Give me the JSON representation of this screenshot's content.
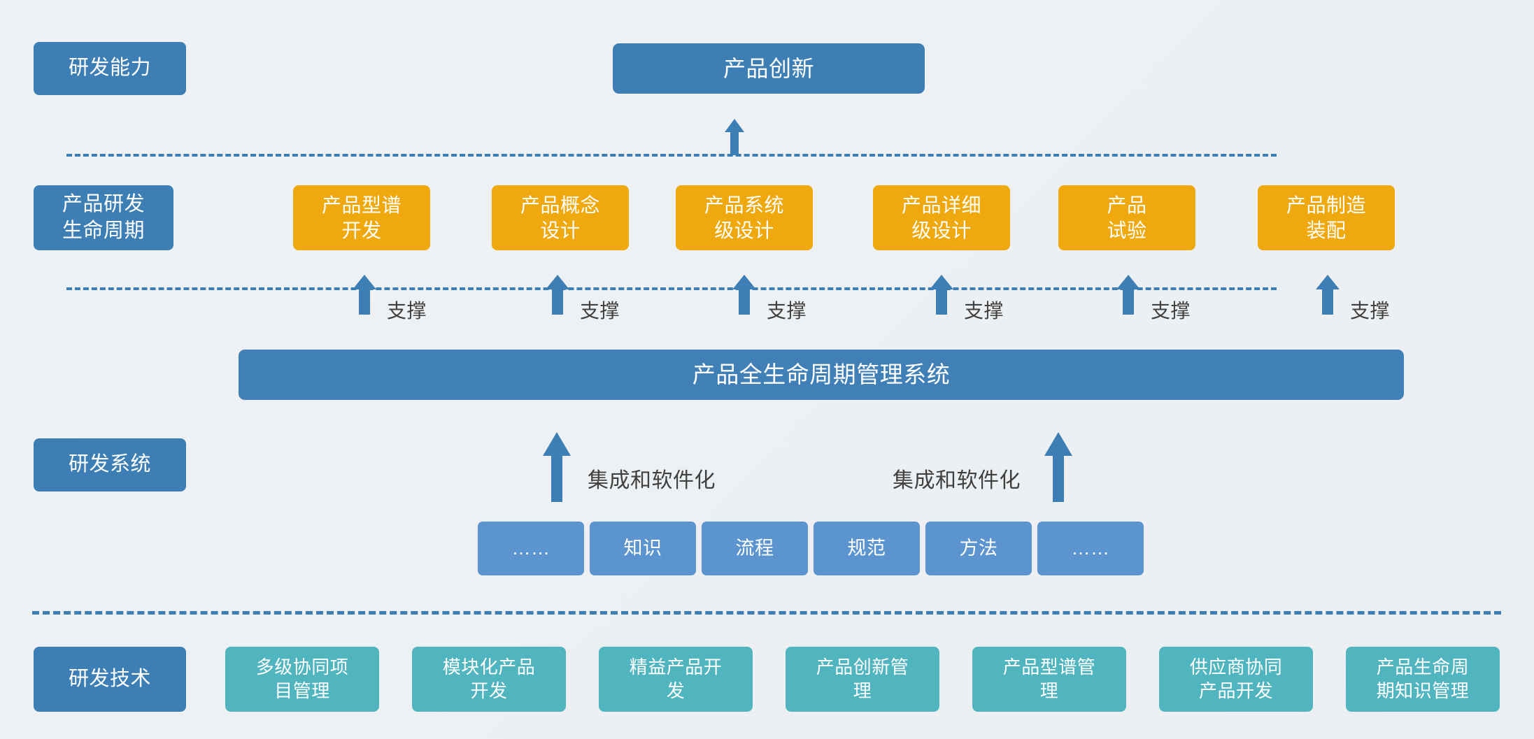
{
  "colors": {
    "blue": "#3D7FB5",
    "blue_light": "#5B94CE",
    "amber": "#EFA80D",
    "teal": "#51B5C0",
    "background": "#EDF1F3",
    "caption_text": "#404040"
  },
  "lanes": [
    {
      "label": "研发能力"
    },
    {
      "label": "产品研发\n生命周期"
    },
    {
      "label": "研发系统"
    },
    {
      "label": "研发技术"
    }
  ],
  "capability": {
    "title": "产品创新"
  },
  "lifecycle": {
    "stages": [
      {
        "label": "产品型谱\n开发"
      },
      {
        "label": "产品概念\n设计"
      },
      {
        "label": "产品系统\n级设计"
      },
      {
        "label": "产品详细\n级设计"
      },
      {
        "label": "产品\n试验"
      },
      {
        "label": "产品制造\n装配"
      }
    ],
    "support_label": "支撑",
    "support_labels": [
      "支撑",
      "支撑",
      "支撑",
      "支撑",
      "支撑",
      "支撑"
    ]
  },
  "system": {
    "plm_title": "产品全生命周期管理系统",
    "integration_labels": [
      "集成和软件化",
      "集成和软件化"
    ],
    "chips": [
      {
        "label": "……"
      },
      {
        "label": "知识"
      },
      {
        "label": "流程"
      },
      {
        "label": "规范"
      },
      {
        "label": "方法"
      },
      {
        "label": "……"
      }
    ]
  },
  "technology": {
    "items": [
      {
        "label": "多级协同项\n目管理"
      },
      {
        "label": "模块化产品\n开发"
      },
      {
        "label": "精益产品开\n发"
      },
      {
        "label": "产品创新管\n理"
      },
      {
        "label": "产品型谱管\n理"
      },
      {
        "label": "供应商协同\n产品开发"
      },
      {
        "label": "产品生命周\n期知识管理"
      }
    ]
  }
}
